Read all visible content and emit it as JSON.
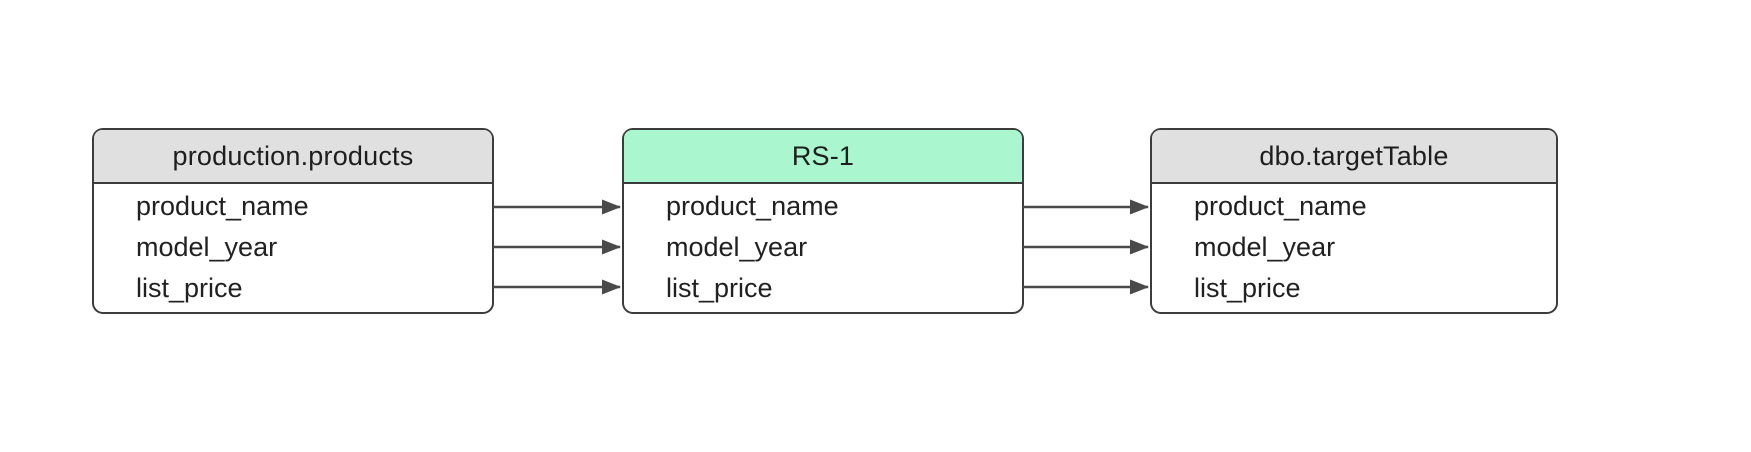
{
  "diagram": {
    "type": "data-flow-mapping",
    "background_color": "#ffffff",
    "colors": {
      "node_border": "#3c3c3c",
      "source_header": "#e0e0e0",
      "transform_header": "#aaf7cf",
      "target_header": "#e0e0e0",
      "arrow": "#4a4a4a",
      "text": "#212121"
    },
    "nodes": [
      {
        "id": "source",
        "title": "production.products",
        "role": "source-table",
        "fields": [
          "product_name",
          "model_year",
          "list_price"
        ]
      },
      {
        "id": "transform",
        "title": "RS-1",
        "role": "transform-step",
        "fields": [
          "product_name",
          "model_year",
          "list_price"
        ]
      },
      {
        "id": "target",
        "title": "dbo.targetTable",
        "role": "target-table",
        "fields": [
          "product_name",
          "model_year",
          "list_price"
        ]
      }
    ],
    "connections": [
      {
        "from": "production.products.product_name",
        "to": "RS-1.product_name"
      },
      {
        "from": "production.products.model_year",
        "to": "RS-1.model_year"
      },
      {
        "from": "production.products.list_price",
        "to": "RS-1.list_price"
      },
      {
        "from": "RS-1.product_name",
        "to": "dbo.targetTable.product_name"
      },
      {
        "from": "RS-1.model_year",
        "to": "dbo.targetTable.model_year"
      },
      {
        "from": "RS-1.list_price",
        "to": "dbo.targetTable.list_price"
      }
    ]
  }
}
